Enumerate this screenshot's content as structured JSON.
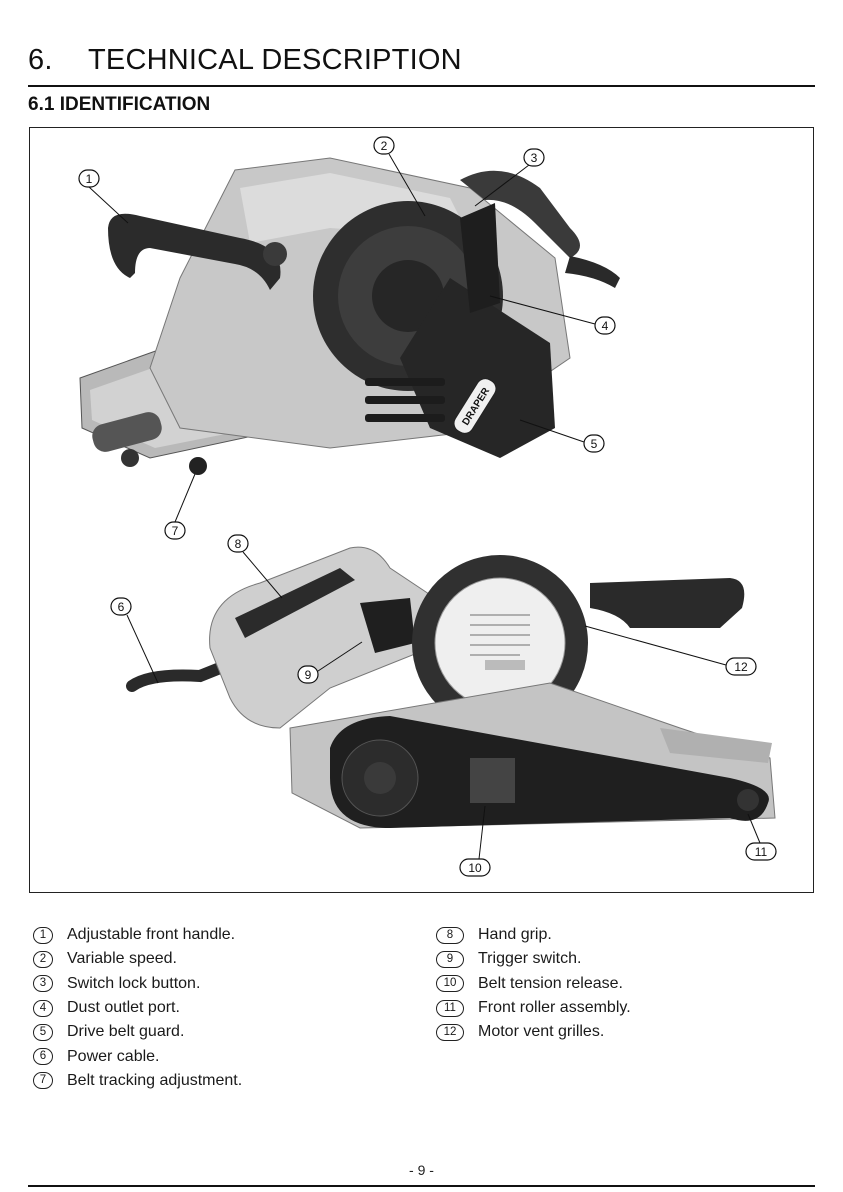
{
  "header": {
    "number": "6.",
    "title": "TECHNICAL DESCRIPTION"
  },
  "section": {
    "title": "6.1 IDENTIFICATION"
  },
  "figure": {
    "brand": "DRAPER",
    "callouts": [
      "1",
      "2",
      "3",
      "4",
      "5",
      "6",
      "7",
      "8",
      "9",
      "10",
      "11",
      "12"
    ]
  },
  "parts_left": [
    {
      "num": "1",
      "label": "Adjustable front handle."
    },
    {
      "num": "2",
      "label": "Variable speed."
    },
    {
      "num": "3",
      "label": "Switch lock button."
    },
    {
      "num": "4",
      "label": "Dust outlet port."
    },
    {
      "num": "5",
      "label": "Drive belt guard."
    },
    {
      "num": "6",
      "label": "Power cable."
    },
    {
      "num": "7",
      "label": "Belt tracking adjustment."
    }
  ],
  "parts_right": [
    {
      "num": "8",
      "label": "Hand grip."
    },
    {
      "num": "9",
      "label": "Trigger switch."
    },
    {
      "num": "10",
      "label": "Belt tension release."
    },
    {
      "num": "11",
      "label": "Front roller assembly."
    },
    {
      "num": "12",
      "label": "Motor vent grilles."
    }
  ],
  "footer": {
    "page": "- 9 -"
  }
}
